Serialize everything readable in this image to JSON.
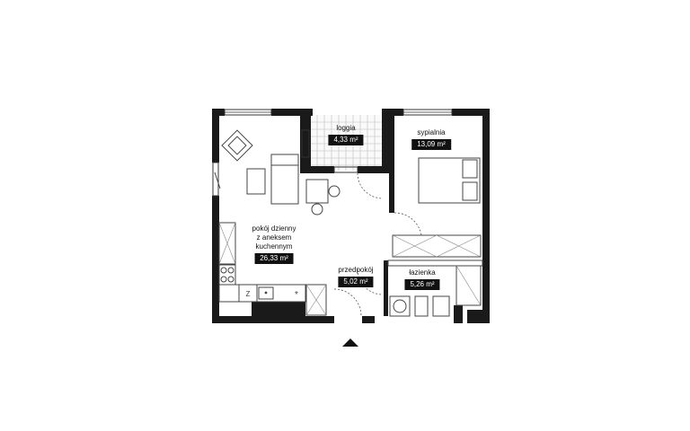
{
  "rooms": [
    {
      "id": "loggia",
      "name": "loggia",
      "area": "4,33 m²"
    },
    {
      "id": "bedroom",
      "name": "sypialnia",
      "area": "13,09 m²"
    },
    {
      "id": "living",
      "name_lines": [
        "pokój dzienny",
        "z aneksem",
        "kuchennym"
      ],
      "area": "26,33 m²"
    },
    {
      "id": "hallway",
      "name": "przedpokój",
      "area": "5,02 m²"
    },
    {
      "id": "bathroom",
      "name": "łazienka",
      "area": "5,26 m²"
    }
  ],
  "icons": {
    "entrance": "entrance-arrow-icon"
  },
  "colors": {
    "wall": "#1a1a1a",
    "label_bg": "#111111",
    "label_text": "#ffffff"
  }
}
